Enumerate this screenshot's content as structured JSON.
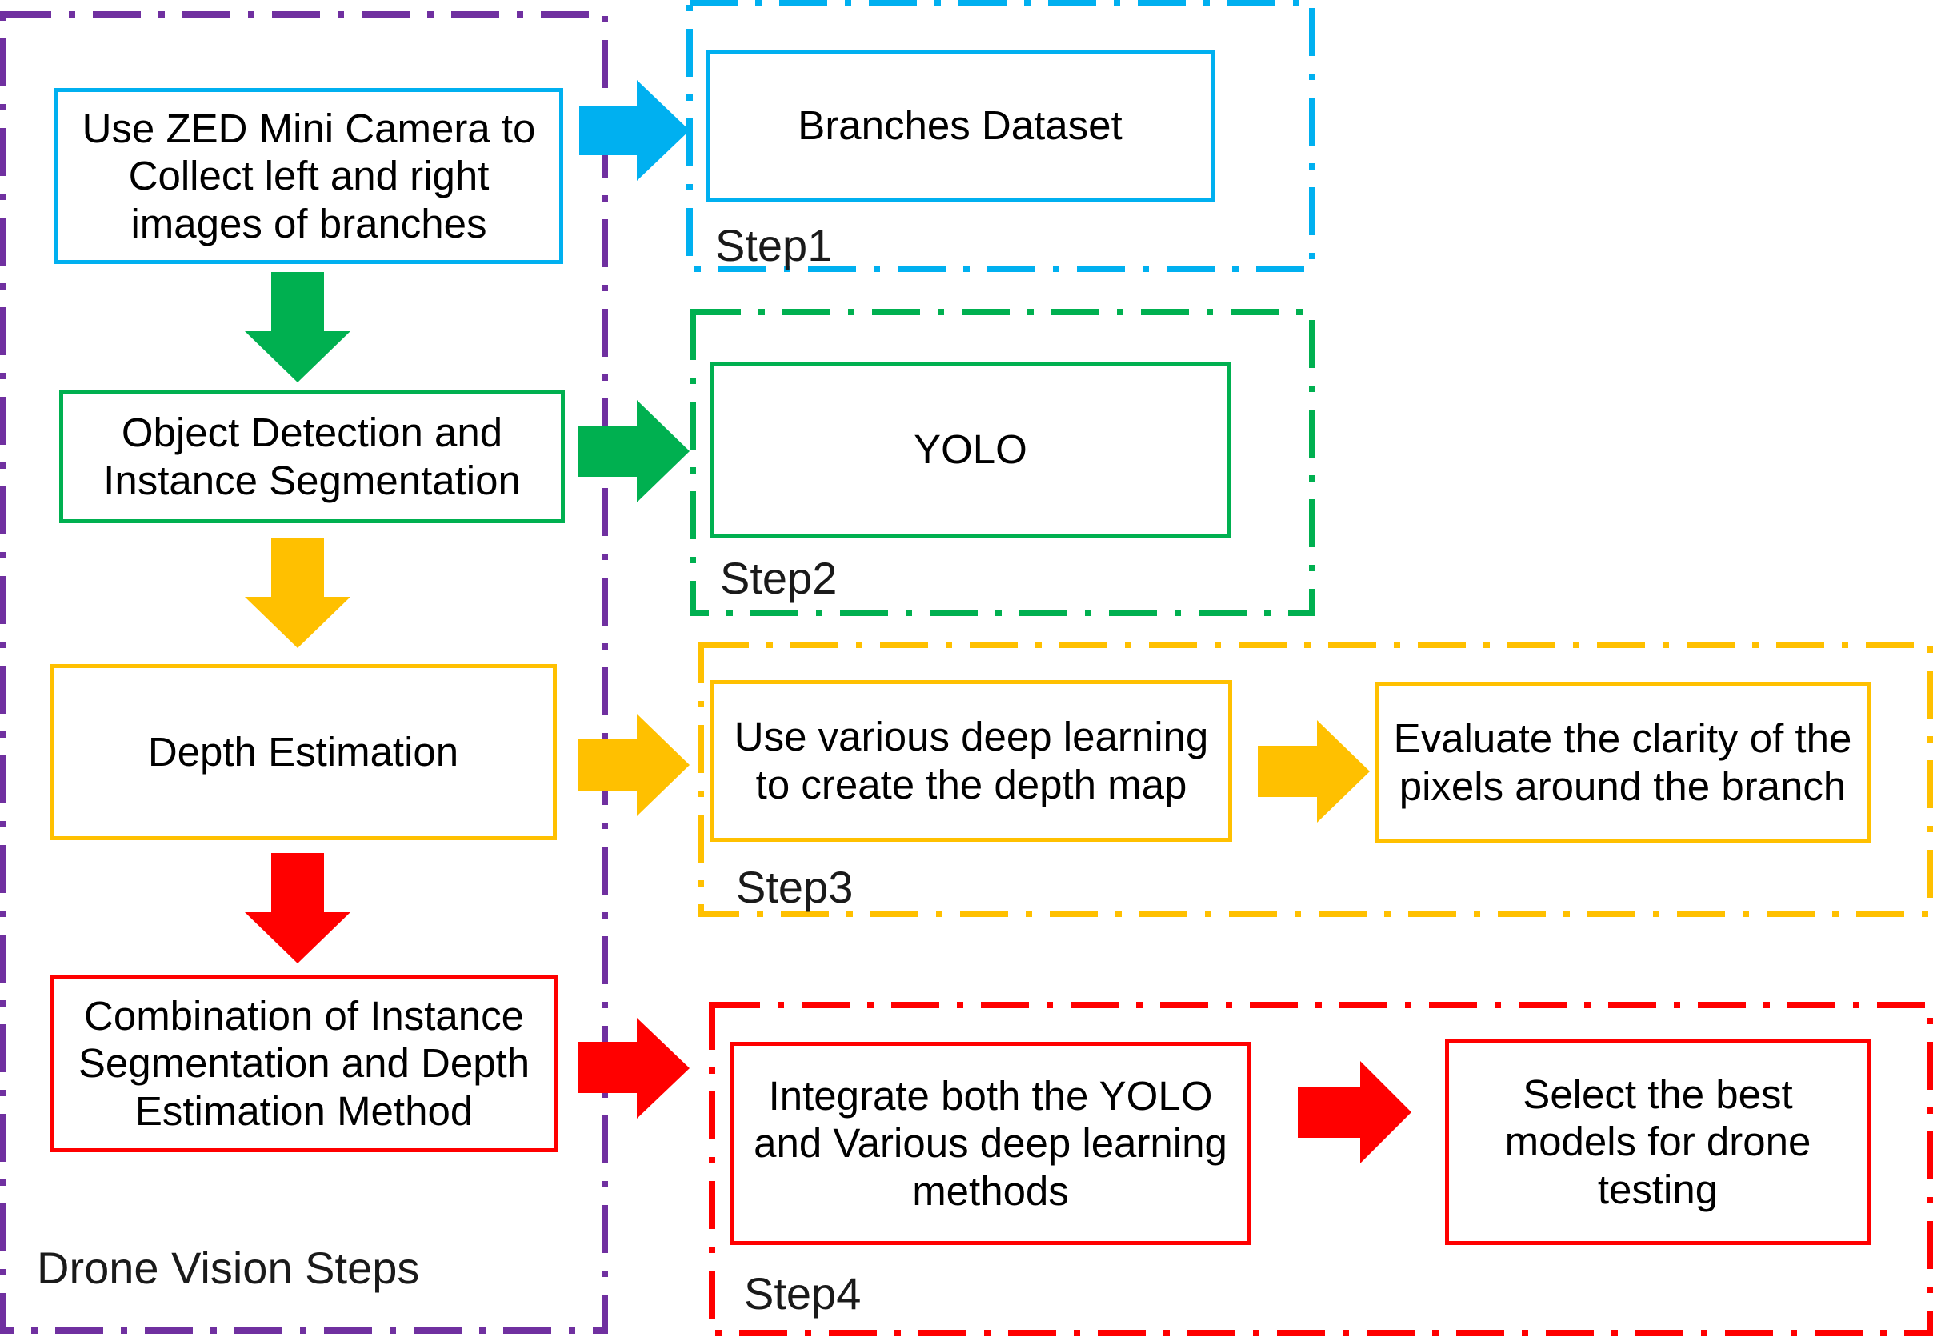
{
  "colors": {
    "blue": "#00B0F0",
    "green": "#00B050",
    "yellow": "#FFC000",
    "red": "#FF0000",
    "purple": "#7030A0"
  },
  "main": {
    "label": "Drone Vision Steps",
    "boxes": {
      "collect": "Use ZED Mini Camera to\nCollect left and right\nimages of branches",
      "detection": "Object Detection and\nInstance Segmentation",
      "depth": "Depth Estimation",
      "combination": "Combination of Instance\nSegmentation and Depth\nEstimation Method"
    }
  },
  "step1": {
    "label": "Step1",
    "box": "Branches Dataset"
  },
  "step2": {
    "label": "Step2",
    "box": "YOLO"
  },
  "step3": {
    "label": "Step3",
    "box_a": "Use various deep learning\nto create the depth map",
    "box_b": "Evaluate the clarity of the\npixels around the branch"
  },
  "step4": {
    "label": "Step4",
    "box_a": "Integrate both the YOLO\nand Various deep learning\nmethods",
    "box_b": "Select the best\nmodels for drone\ntesting"
  }
}
